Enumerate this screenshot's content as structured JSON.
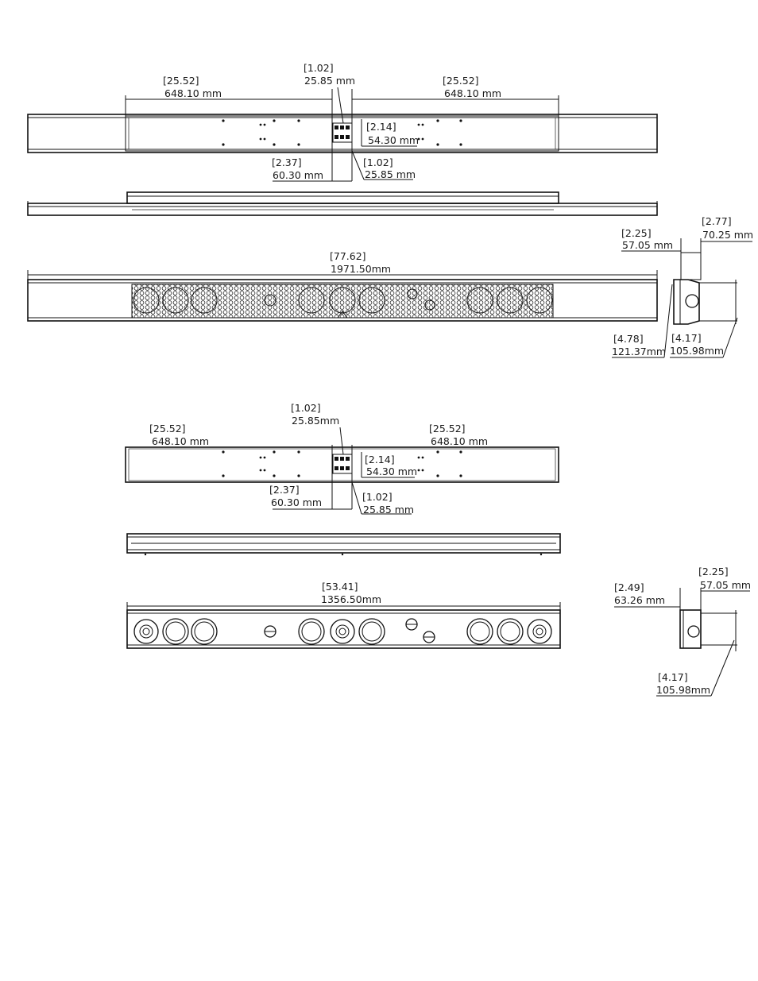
{
  "dims": {
    "top_left_in": "[25.52]",
    "top_left_mm": "648.10 mm",
    "top_mid_in": "[1.02]",
    "top_mid_mm": "25.85 mm",
    "top_right_in": "[25.52]",
    "top_right_mm": "648.10 mm",
    "top_br_in": "[2.14]",
    "top_br_mm": "54.30 mm",
    "top_bl_in": "[2.37]",
    "top_bl_mm": "60.30 mm",
    "top_bm_in": "[1.02]",
    "top_bm_mm": "25.85 mm",
    "side_a_in": "[2.25]",
    "side_a_mm": "57.05 mm",
    "side_b_in": "[2.77]",
    "side_b_mm": "70.25 mm",
    "front_in": "[77.62]",
    "front_mm": "1971.50mm",
    "side_c_in": "[4.78]",
    "side_c_mm": "121.37mm",
    "side_d_in": "[4.17]",
    "side_d_mm": "105.98mm",
    "b_mid_in": "[1.02]",
    "b_mid_mm": "25.85mm",
    "b_left_in": "[25.52]",
    "b_left_mm": "648.10 mm",
    "b_right_in": "[25.52]",
    "b_right_mm": "648.10 mm",
    "b_br_in": "[2.14]",
    "b_br_mm": "54.30 mm",
    "b_bl_in": "[2.37]",
    "b_bl_mm": "60.30 mm",
    "b_bm_in": "[1.02]",
    "b_bm_mm": "25.85 mm",
    "b_front_in": "[53.41]",
    "b_front_mm": "1356.50mm",
    "b_side_a_in": "[2.49]",
    "b_side_a_mm": "63.26 mm",
    "b_side_b_in": "[2.25]",
    "b_side_b_mm": "57.05 mm",
    "b_side_c_in": "[4.17]",
    "b_side_c_mm": "105.98mm"
  }
}
